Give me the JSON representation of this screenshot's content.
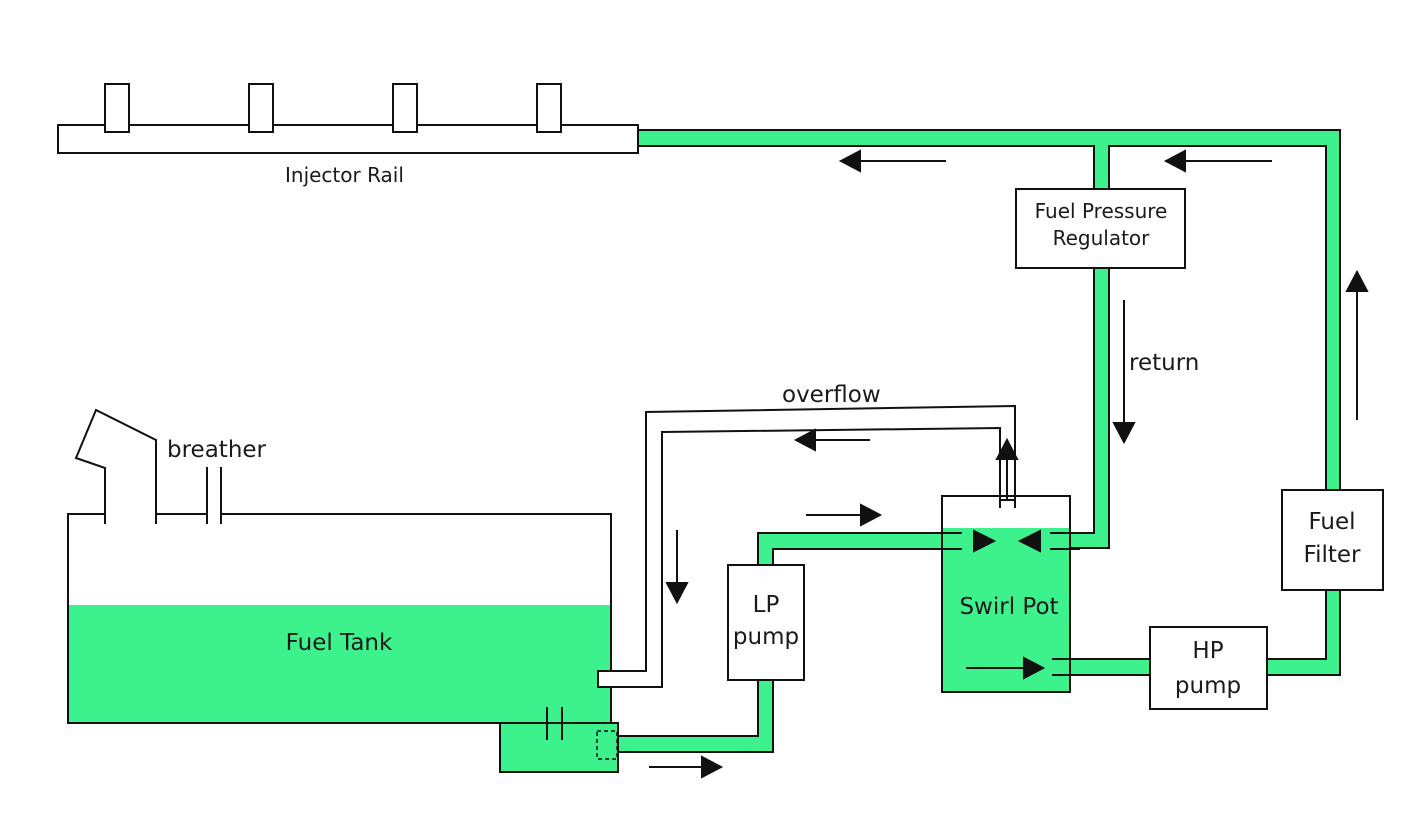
{
  "colors": {
    "fuel": "#3DF28C",
    "line": "#111111",
    "background": "#ffffff"
  },
  "labels": {
    "injector_rail": "Injector Rail",
    "fpr_line1": "Fuel Pressure",
    "fpr_line2": "Regulator",
    "return": "return",
    "overflow": "overflow",
    "breather": "breather",
    "fuel_tank": "Fuel Tank",
    "lp_line1": "LP",
    "lp_line2": "pump",
    "swirl_pot": "Swirl Pot",
    "hp_line1": "HP",
    "hp_line2": "pump",
    "filter_line1": "Fuel",
    "filter_line2": "Filter"
  }
}
